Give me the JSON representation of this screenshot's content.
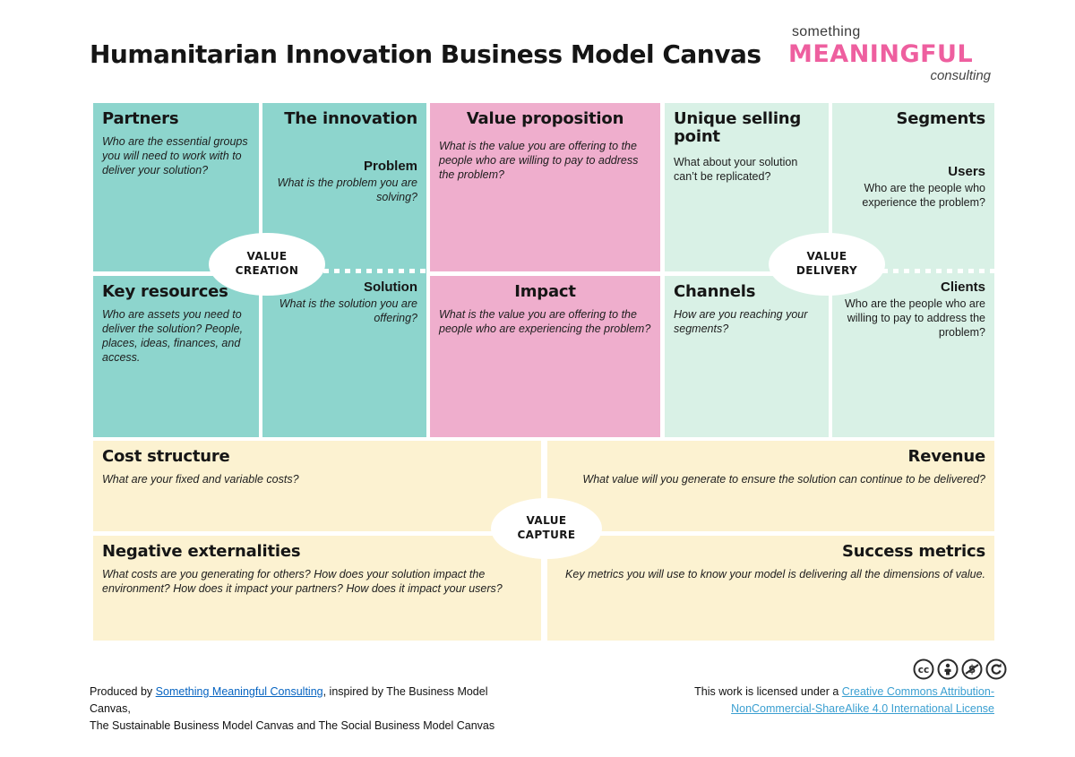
{
  "header": {
    "title": "Humanitarian Innovation Business Model Canvas",
    "logo": {
      "top": "something",
      "main": "MEANINGFUL",
      "sub": "consulting"
    }
  },
  "canvas": {
    "boxes": {
      "partners": {
        "title": "Partners",
        "body": "Who are the essential groups you will need to work with to deliver your solution?"
      },
      "innovation": {
        "title": "The innovation",
        "sub_title": "Problem",
        "sub_body": "What is the problem you are solving?"
      },
      "solution": {
        "title": "Solution",
        "body": "What is the solution you are offering?"
      },
      "value_proposition": {
        "title": "Value proposition",
        "body": "What is the value you are offering to the people who are willing to pay to address the problem?"
      },
      "unique_selling_point": {
        "title": "Unique selling point",
        "body": "What about your solution can’t be replicated?"
      },
      "segments": {
        "title": "Segments",
        "sub_title": "Users",
        "sub_body": "Who are the people who experience the problem?"
      },
      "key_resources": {
        "title": "Key resources",
        "body": "Who are assets you need to deliver the solution? People, places, ideas, finances, and access."
      },
      "impact": {
        "title": "Impact",
        "body": "What is the value you are offering to the people who are experiencing the problem?"
      },
      "channels": {
        "title": "Channels",
        "body": "How are you reaching your segments?"
      },
      "clients": {
        "title": "Clients",
        "body": "Who are the people who are willing to pay to address the problem?"
      },
      "cost_structure": {
        "title": "Cost structure",
        "body": "What are your fixed and variable costs?"
      },
      "revenue": {
        "title": "Revenue",
        "body": "What value will you generate to ensure the solution can continue to be delivered?"
      },
      "negative_externalities": {
        "title": "Negative externalities",
        "body": "What costs are you generating for others? How does your solution impact the environment? How does it impact your partners? How does it impact your users?"
      },
      "success_metrics": {
        "title": "Success metrics",
        "body": "Key metrics you will use to know  your model is delivering all the dimensions of value."
      }
    },
    "ovals": {
      "creation": {
        "line1": "VALUE",
        "line2": "CREATION"
      },
      "delivery": {
        "line1": "VALUE",
        "line2": "DELIVERY"
      },
      "capture": {
        "line1": "VALUE",
        "line2": "CAPTURE"
      }
    }
  },
  "footer": {
    "credits": {
      "prefix": "Produced by ",
      "link": "Something Meaningful Consulting",
      "suffix": ", inspired by The Business Model Canvas,",
      "line2": "The Sustainable Business Model Canvas and The Social Business Model Canvas"
    },
    "license": {
      "prefix": "This work is licensed under a ",
      "link": "Creative Commons Attribution-NonCommercial-ShareAlike 4.0 International License"
    },
    "cc_icons": [
      "cc-icon",
      "by-icon",
      "nc-icon",
      "sa-icon"
    ]
  },
  "colors": {
    "teal": "#8dd5cd",
    "mint": "#d9f1e6",
    "pink": "#efaecd",
    "yellow": "#fcf2d1",
    "logo_pink": "#ee5f9f",
    "link_blue": "#0563c1",
    "link_cyan": "#3a9fd1"
  }
}
